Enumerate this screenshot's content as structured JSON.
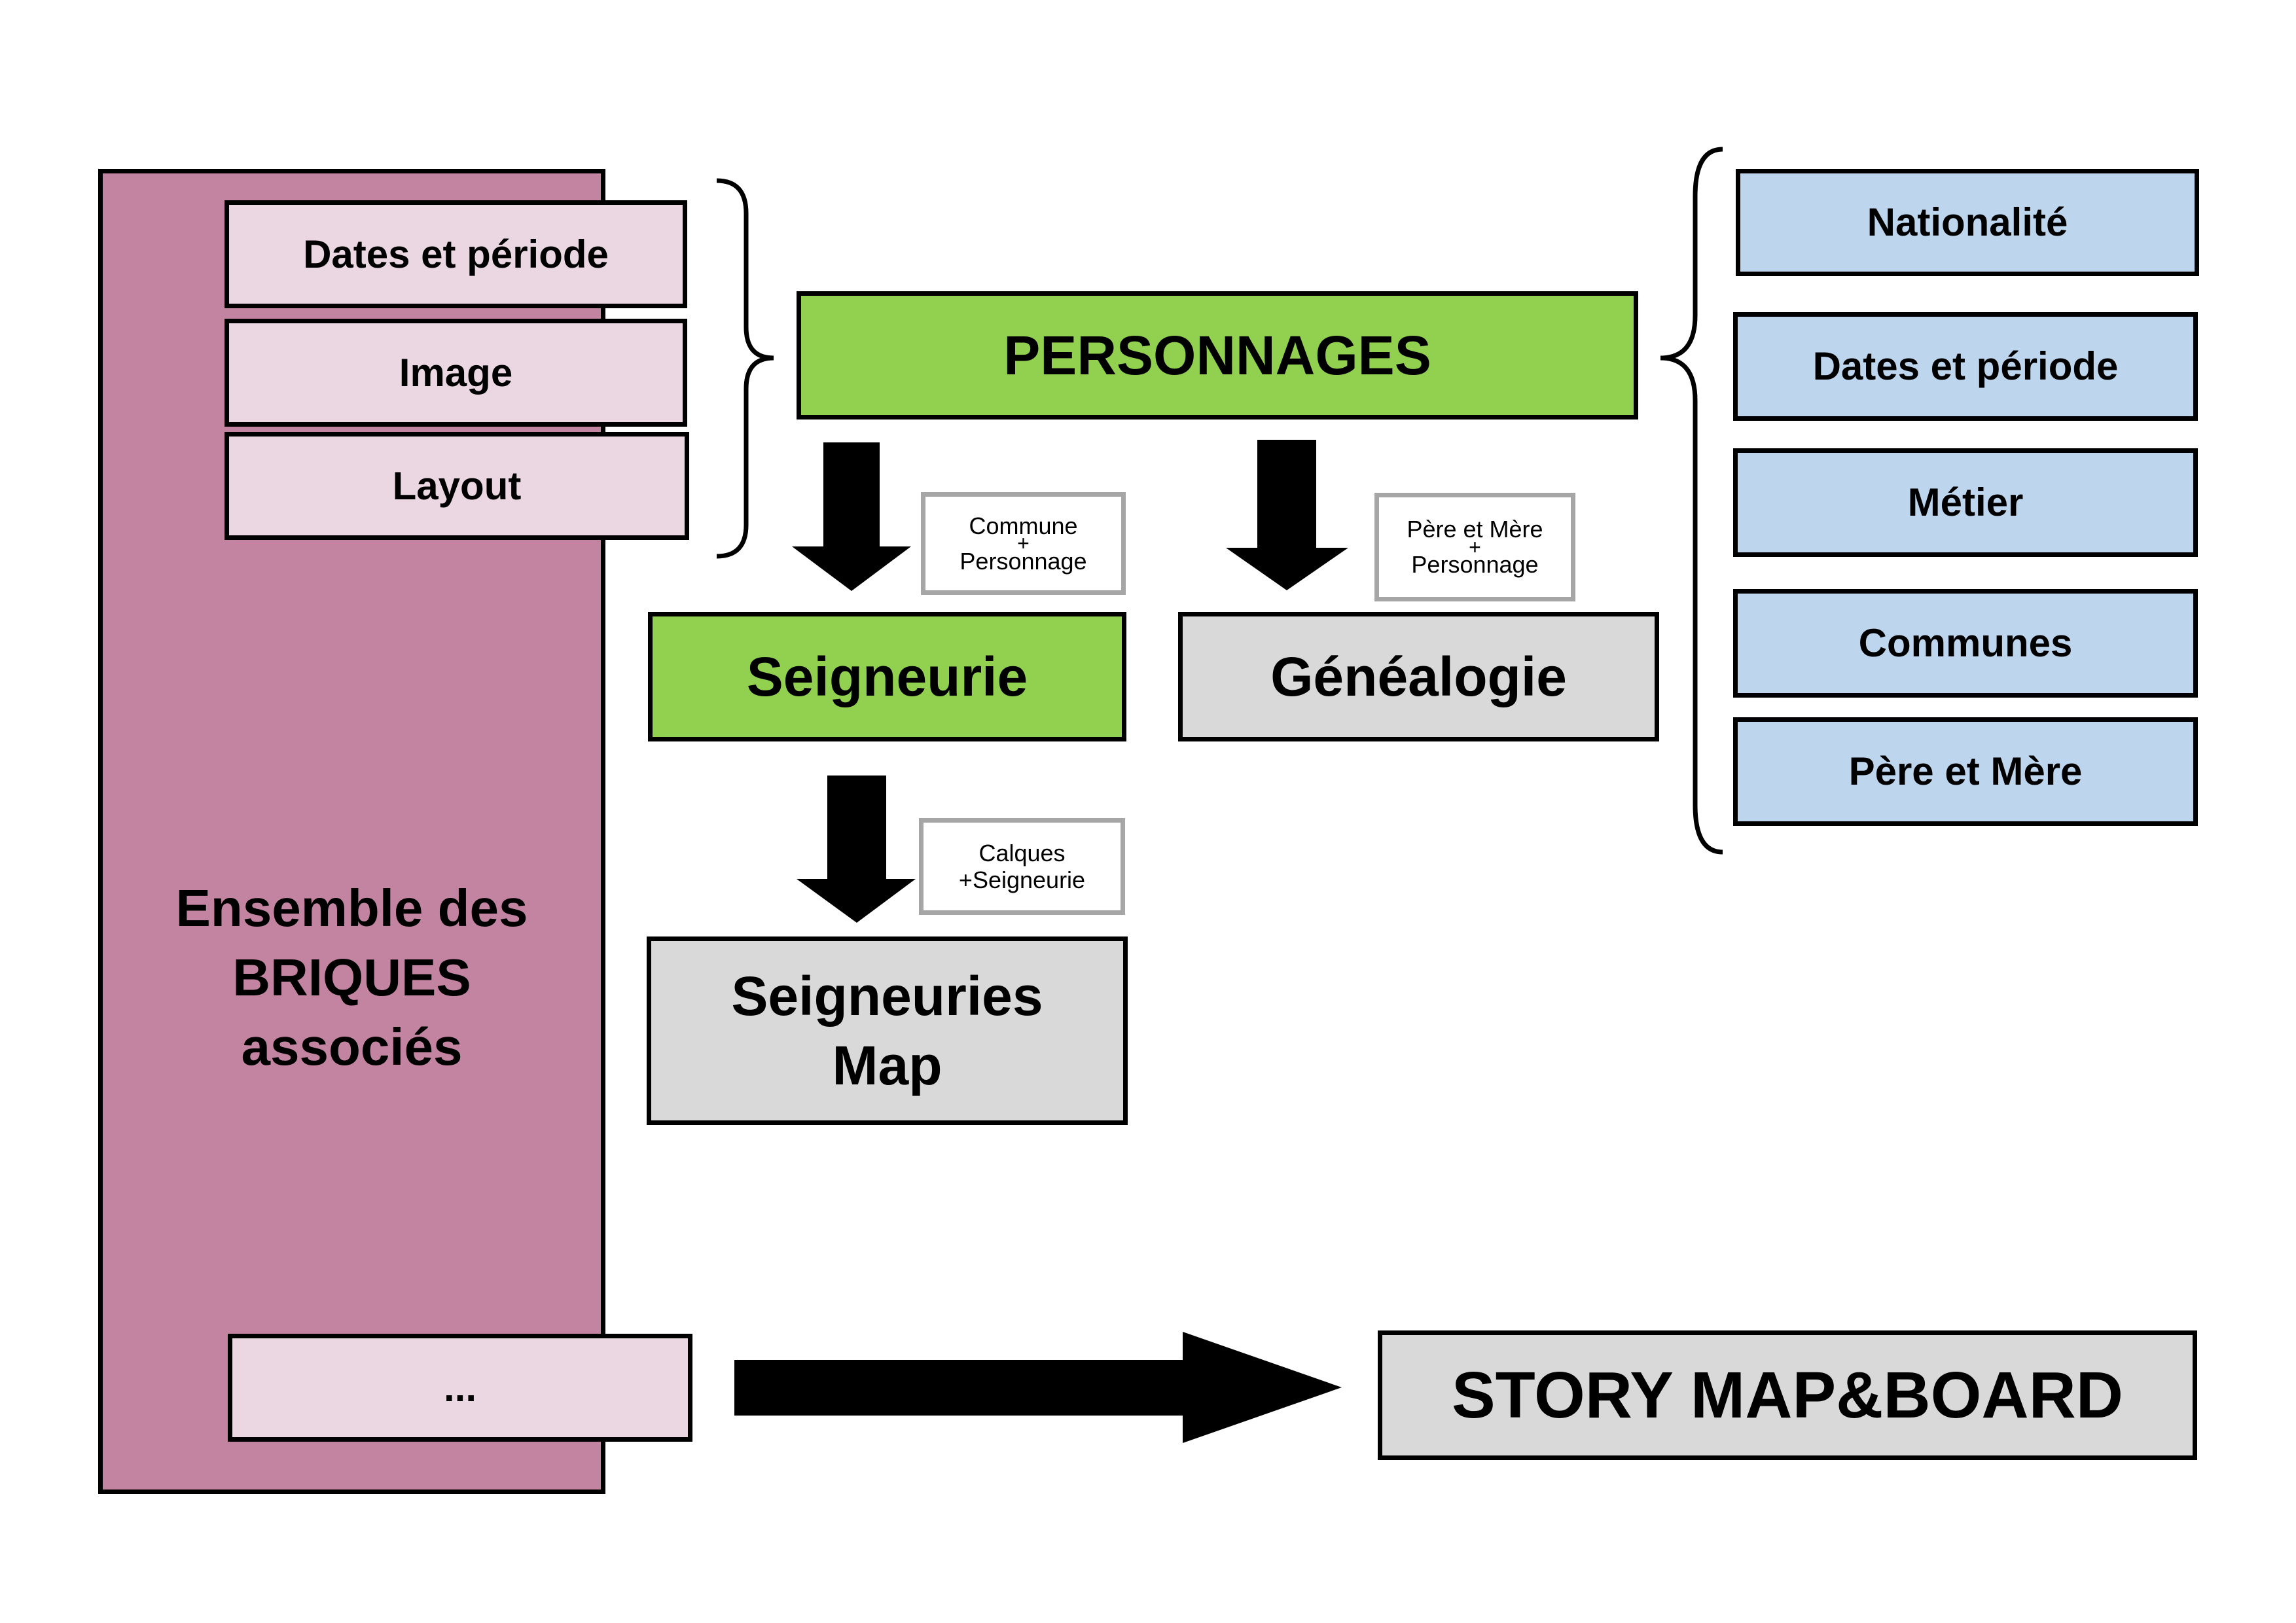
{
  "left_panel": {
    "title_line1": "Ensemble des",
    "title_line2": "BRIQUES",
    "title_line3": "associés",
    "color": "#c384a2"
  },
  "left_bricks": [
    "Dates et période",
    "Image",
    "Layout"
  ],
  "left_bottom_brick": "...",
  "center": {
    "personnages": "PERSONNAGES",
    "seigneurie": "Seigneurie",
    "genealogie": "Généalogie",
    "seigneuries_map_line1": "Seigneuries",
    "seigneuries_map_line2": "Map",
    "story": "STORY MAP&BOARD"
  },
  "notes": {
    "commune": {
      "line1": "Commune",
      "plus": "+",
      "line2": "Personnage"
    },
    "pere": {
      "line1": "Père et Mère",
      "plus": "+",
      "line2": "Personnage"
    },
    "calques": {
      "line1": "Calques",
      "line2": "+Seigneurie"
    }
  },
  "right_bricks": [
    "Nationalité",
    "Dates et période",
    "Métier",
    "Communes",
    "Père et Mère"
  ],
  "colors": {
    "green": "#92d050",
    "gray": "#d9d9d9",
    "blue": "#bdd6ee",
    "pink_light": "#ead7e2",
    "pink_panel": "#c384a2"
  }
}
